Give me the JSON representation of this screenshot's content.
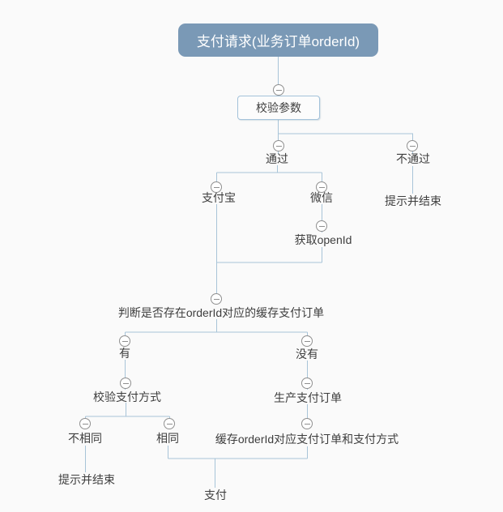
{
  "colors": {
    "background": "#FAFAFA",
    "line": "#A8C4D8",
    "root_fill": "#7A99B6",
    "root_text": "#FFFFFF",
    "box_border": "#A3C2DA",
    "box_fill": "#FCFCFC",
    "node_text": "#3E3E3E",
    "collapse_icon": "#8F8F8F"
  },
  "root": {
    "label": "支付请求(业务订单orderId)"
  },
  "nodes": {
    "validate_params": {
      "label": "校验参数"
    },
    "pass": {
      "label": "通过"
    },
    "fail": {
      "label": "不通过"
    },
    "fail_end": {
      "label": "提示并结束"
    },
    "alipay": {
      "label": "支付宝"
    },
    "wechat": {
      "label": "微信"
    },
    "get_openid": {
      "label": "获取openId"
    },
    "check_cache": {
      "label": "判断是否存在orderId对应的缓存支付订单"
    },
    "have": {
      "label": "有"
    },
    "not_have": {
      "label": "没有"
    },
    "check_pay_method": {
      "label": "校验支付方式"
    },
    "create_order": {
      "label": "生产支付订单"
    },
    "not_same": {
      "label": "不相同"
    },
    "same": {
      "label": "相同"
    },
    "cache_order": {
      "label": "缓存orderId对应支付订单和支付方式"
    },
    "not_same_end": {
      "label": "提示并结束"
    },
    "pay": {
      "label": "支付"
    }
  }
}
